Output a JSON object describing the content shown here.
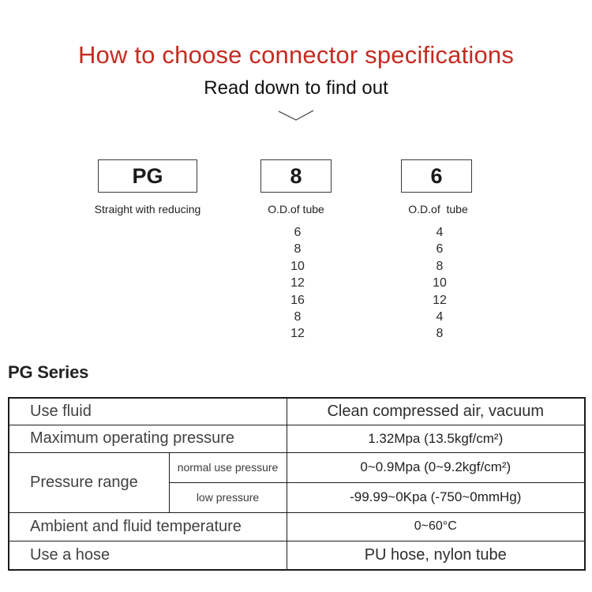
{
  "page": {
    "title": "How to choose connector specifications",
    "subtitle": "Read down to find out",
    "title_color": "#c62b21"
  },
  "code_builder": {
    "segments": [
      {
        "code": "PG",
        "caption": "Straight with reducing",
        "options": []
      },
      {
        "code": "8",
        "caption": "O.D.of tube",
        "options": [
          "6",
          "8",
          "10",
          "12",
          "16",
          "8",
          "12"
        ]
      },
      {
        "code": "6",
        "caption": "O.D.of  tube",
        "options": [
          "4",
          "6",
          "8",
          "10",
          "12",
          "4",
          "8"
        ]
      }
    ]
  },
  "series": {
    "heading": "PG Series"
  },
  "spec_table": {
    "accent_bg": "#f6eddf",
    "border_color": "#1c1c1c",
    "rows": {
      "use_fluid": {
        "label": "Use fluid",
        "value": "Clean compressed air, vacuum"
      },
      "max_pressure": {
        "label": "Maximum operating pressure",
        "value": "1.32Mpa (13.5kgf/cm²)"
      },
      "pressure_range": {
        "label": "Pressure range",
        "normal": {
          "label": "normal use pressure",
          "value": "0~0.9Mpa (0~9.2kgf/cm²)"
        },
        "low": {
          "label": "low pressure",
          "value": "-99.99~0Kpa (-750~0mmHg)"
        }
      },
      "ambient_temp": {
        "label": "Ambient and fluid temperature",
        "value": "0~60°C"
      },
      "hose": {
        "label": "Use a hose",
        "value": "PU hose, nylon tube"
      }
    }
  }
}
